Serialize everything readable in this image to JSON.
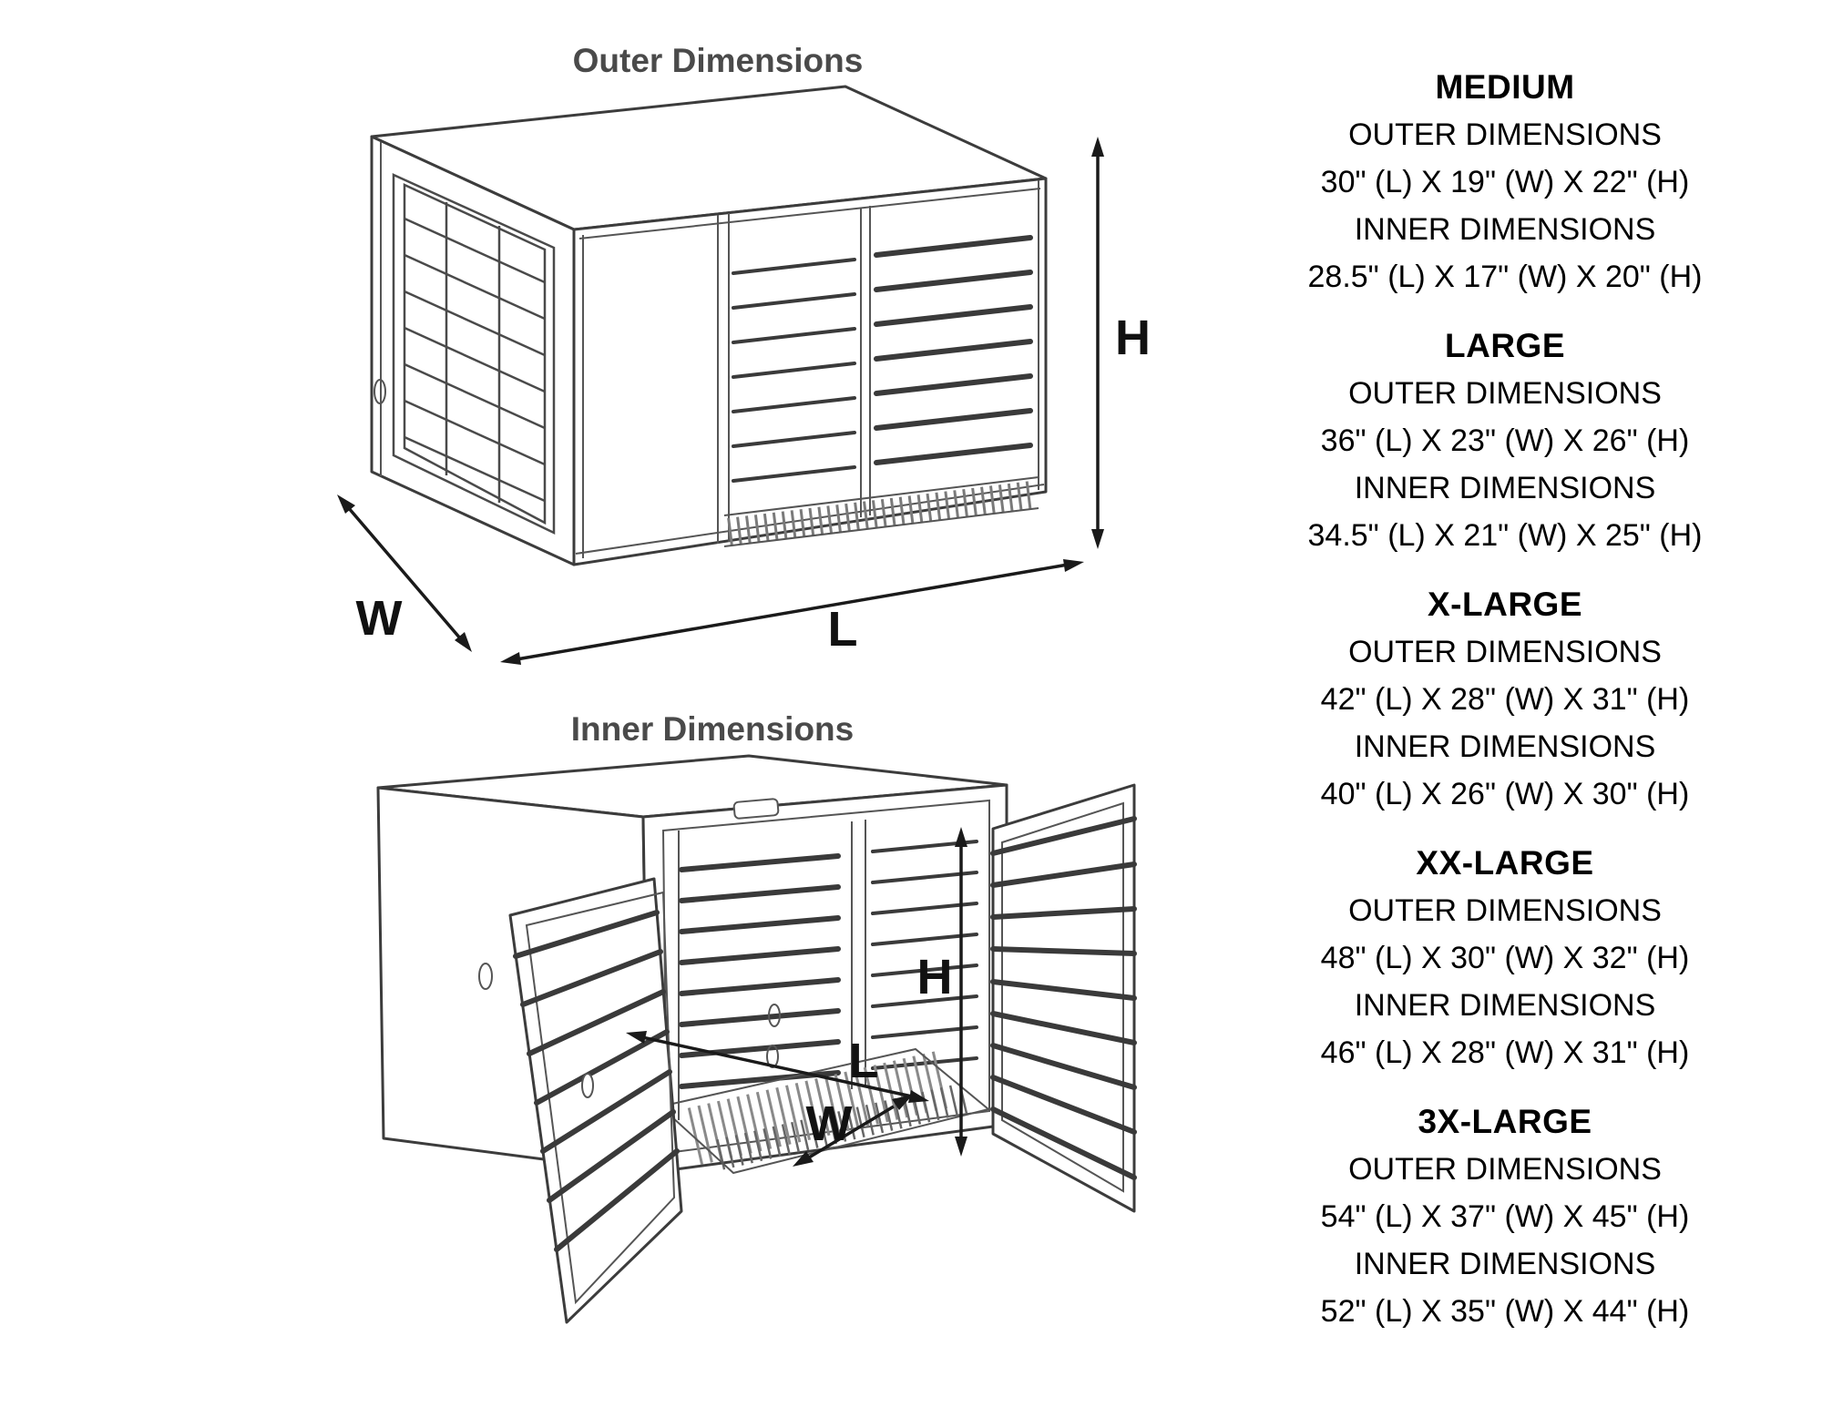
{
  "page": {
    "background": "#ffffff"
  },
  "colors": {
    "text": "#000000",
    "title": "#4a4a4a",
    "line_art": "#3c3c3c",
    "arrow": "#1a1a1a"
  },
  "diagrams": {
    "outer": {
      "title": "Outer Dimensions",
      "height_label": "H",
      "width_label": "W",
      "length_label": "L"
    },
    "inner": {
      "title": "Inner Dimensions",
      "height_label": "H",
      "width_label": "W",
      "length_label": "L"
    }
  },
  "sizes": [
    {
      "name": "MEDIUM",
      "outer_label": "OUTER DIMENSIONS",
      "outer_value": "30\" (L) X 19\" (W) X 22\" (H)",
      "inner_label": "INNER DIMENSIONS",
      "inner_value": "28.5\" (L) X 17\" (W) X 20\" (H)"
    },
    {
      "name": "LARGE",
      "outer_label": "OUTER DIMENSIONS",
      "outer_value": "36\" (L) X 23\" (W) X 26\" (H)",
      "inner_label": "INNER DIMENSIONS",
      "inner_value": "34.5\" (L) X 21\" (W) X 25\" (H)"
    },
    {
      "name": "X-LARGE",
      "outer_label": "OUTER DIMENSIONS",
      "outer_value": "42\" (L) X 28\" (W) X 31\" (H)",
      "inner_label": "INNER DIMENSIONS",
      "inner_value": "40\" (L) X 26\" (W) X 30\" (H)"
    },
    {
      "name": "XX-LARGE",
      "outer_label": "OUTER DIMENSIONS",
      "outer_value": "48\" (L) X 30\" (W) X 32\" (H)",
      "inner_label": "INNER DIMENSIONS",
      "inner_value": "46\" (L) X 28\" (W) X 31\" (H)"
    },
    {
      "name": "3X-LARGE",
      "outer_label": "OUTER DIMENSIONS",
      "outer_value": "54\" (L) X 37\" (W) X 45\" (H)",
      "inner_label": "INNER DIMENSIONS",
      "inner_value": "52\" (L) X 35\" (W) X 44\" (H)"
    }
  ]
}
